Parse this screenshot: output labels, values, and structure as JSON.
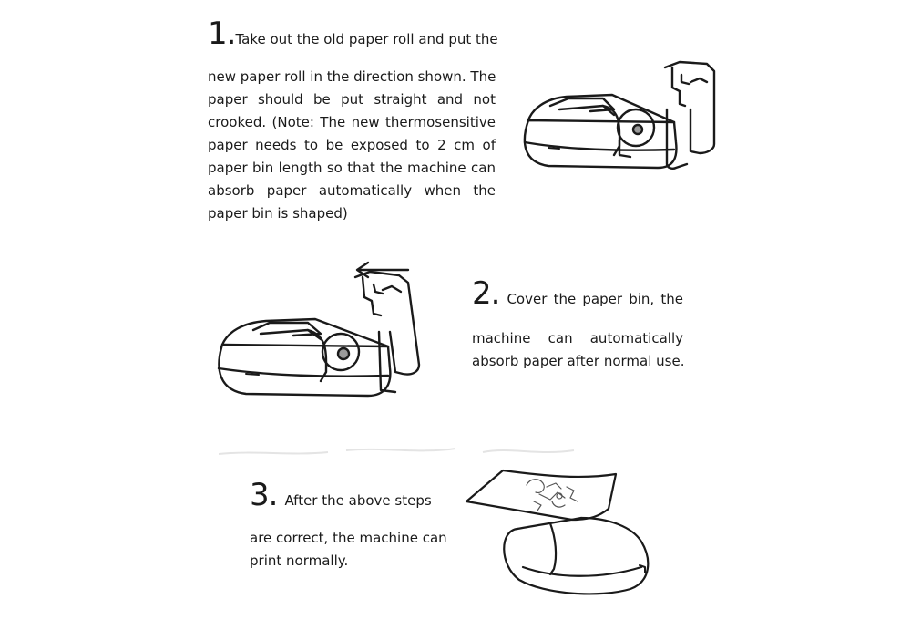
{
  "steps": [
    {
      "number": "1.",
      "first_line": "Take out the old paper roll and put the",
      "lines": [
        "new paper roll in the direction shown. The",
        "paper should be put straight and not",
        "crooked. (Note: The new thermosensitive",
        "paper needs to be exposed to 2 cm of",
        "paper bin length so that the machine can",
        "absorb paper automatically when the",
        "paper bin is shaped)"
      ]
    },
    {
      "number": "2.",
      "first_line": "Cover the paper bin, the",
      "lines": [
        "machine can automatically",
        "absorb paper after normal use."
      ]
    },
    {
      "number": "3.",
      "first_line": "After the above steps",
      "lines": [
        "are correct, the machine can",
        "print normally."
      ]
    }
  ],
  "illustrations": [
    {
      "name": "printer-open-lid-illustration"
    },
    {
      "name": "printer-closing-lid-illustration"
    },
    {
      "name": "printer-printing-illustration"
    }
  ]
}
